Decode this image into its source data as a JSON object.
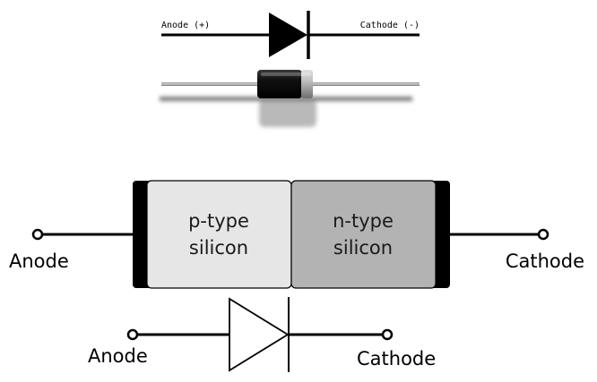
{
  "top_symbol": {
    "anode_label": "Anode (+)",
    "cathode_label": "Cathode (-)"
  },
  "junction": {
    "p_region_line1": "p-type",
    "p_region_line2": "silicon",
    "n_region_line1": "n-type",
    "n_region_line2": "silicon",
    "anode_label": "Anode",
    "cathode_label": "Cathode"
  },
  "bottom_symbol": {
    "anode_label": "Anode",
    "cathode_label": "Cathode"
  },
  "colors": {
    "line": "#000000",
    "p_region_fill": "#e6e6e6",
    "n_region_fill": "#b3b3b3",
    "body_dark": "#1a1a1a",
    "band_silver": "#c8c8c8"
  }
}
